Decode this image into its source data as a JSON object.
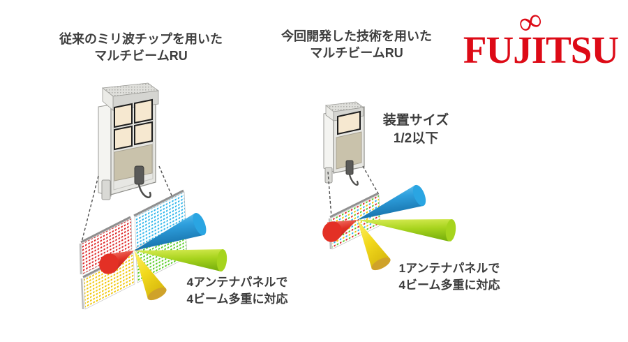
{
  "logo": {
    "text": "FUJITSU",
    "infinity": "∞",
    "color": "#dd0a16"
  },
  "left_section": {
    "title_line1": "従来のミリ波チップを用いた",
    "title_line2": "マルチビームRU",
    "caption_line1": "4アンテナパネルで",
    "caption_line2": "4ビーム多重に対応"
  },
  "right_section": {
    "title_line1": "今回開発した技術を用いた",
    "title_line2": "マルチビームRU",
    "size_note_line1": "装置サイズ",
    "size_note_line2": "1/2以下",
    "caption_line1": "1アンテナパネルで",
    "caption_line2": "4ビーム多重に対応"
  },
  "colors": {
    "beam_blue": "#2aa5e2",
    "beam_green": "#a6d41d",
    "beam_yellow_cap": "#cfa22a",
    "beam_red": "#e33025",
    "dot_red": "#dd2222",
    "dot_blue": "#2ab4ea",
    "dot_green": "#55cc22",
    "dot_yellow": "#f0c400",
    "text": "#3d3d3d"
  }
}
